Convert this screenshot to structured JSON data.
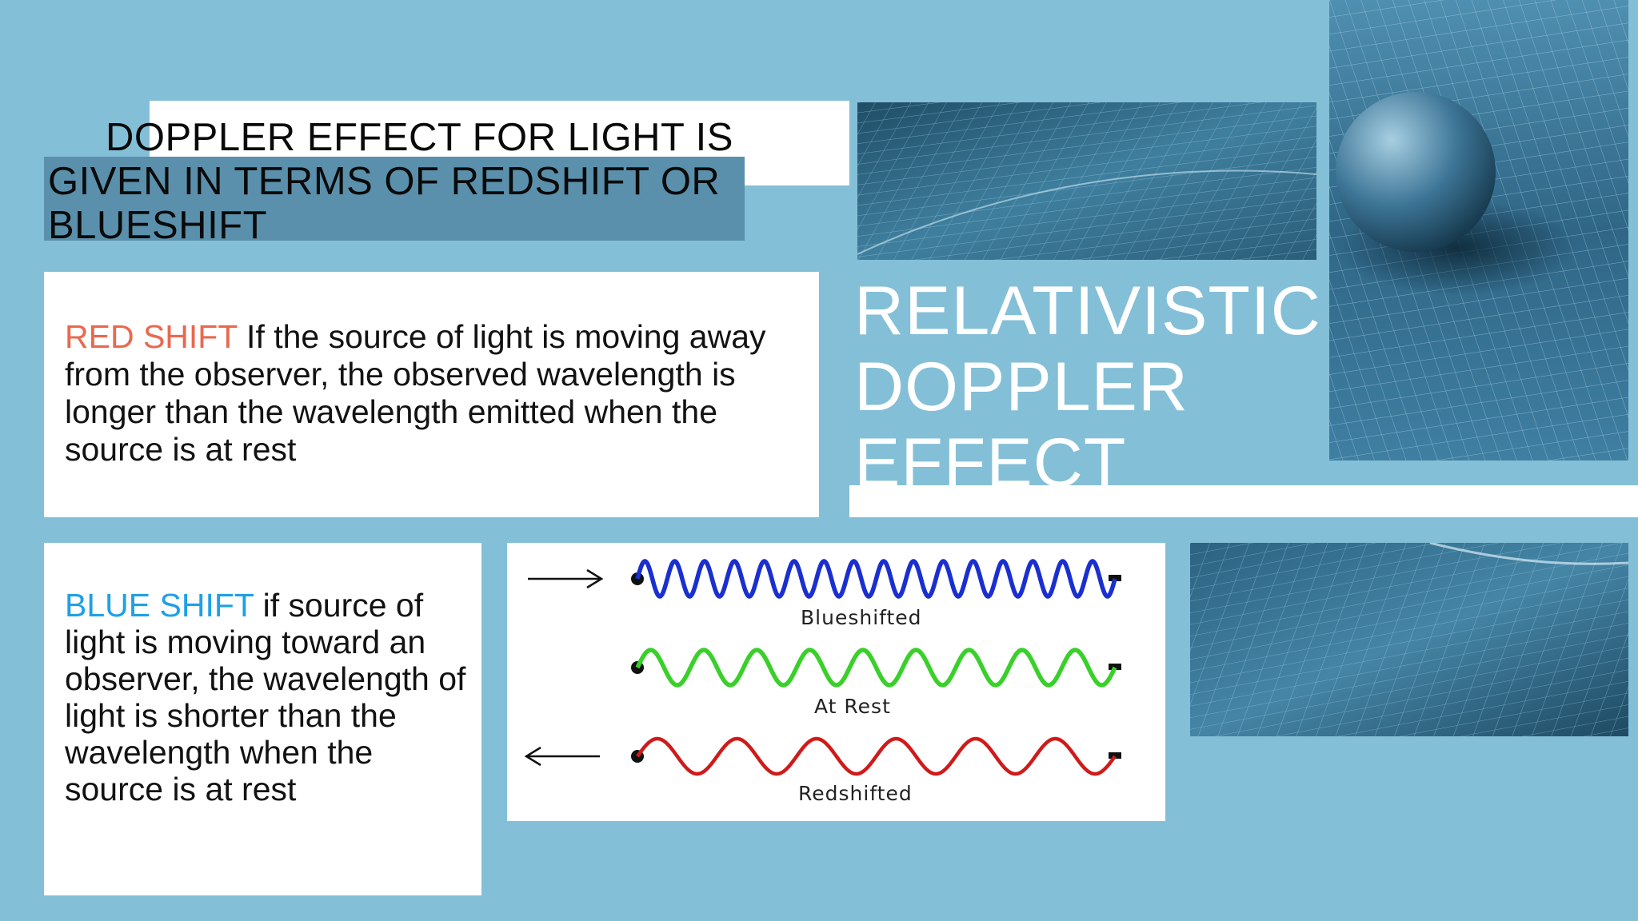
{
  "slide": {
    "title": "DOPPLER EFFECT FOR LIGHT IS GIVEN IN TERMS OF REDSHIFT OR BLUESHIFT",
    "heading": {
      "line1": "RELATIVISTIC",
      "line2": "DOPPLER",
      "line3": "EFFECT"
    },
    "red_shift": {
      "term": "RED SHIFT",
      "text": " If the source of light is moving away from the observer, the observed wavelength is longer than the wavelength emitted when the source is at rest"
    },
    "blue_shift": {
      "term": "BLUE SHIFT",
      "text": " if source of light is moving toward an observer, the wavelength of light is shorter than the wavelength when the source is at rest"
    },
    "diagram": {
      "labels": {
        "blueshifted": "Blueshifted",
        "at_rest": "At Rest",
        "redshifted": "Redshifted"
      },
      "colors": {
        "blueshifted": "#1a2fd0",
        "at_rest": "#39d02a",
        "redshifted": "#d01a1a"
      }
    }
  },
  "colors": {
    "background": "#84bfd8",
    "title_band": "#5a90ab",
    "red_term": "#e8694f",
    "blue_term": "#1ea0e6"
  }
}
